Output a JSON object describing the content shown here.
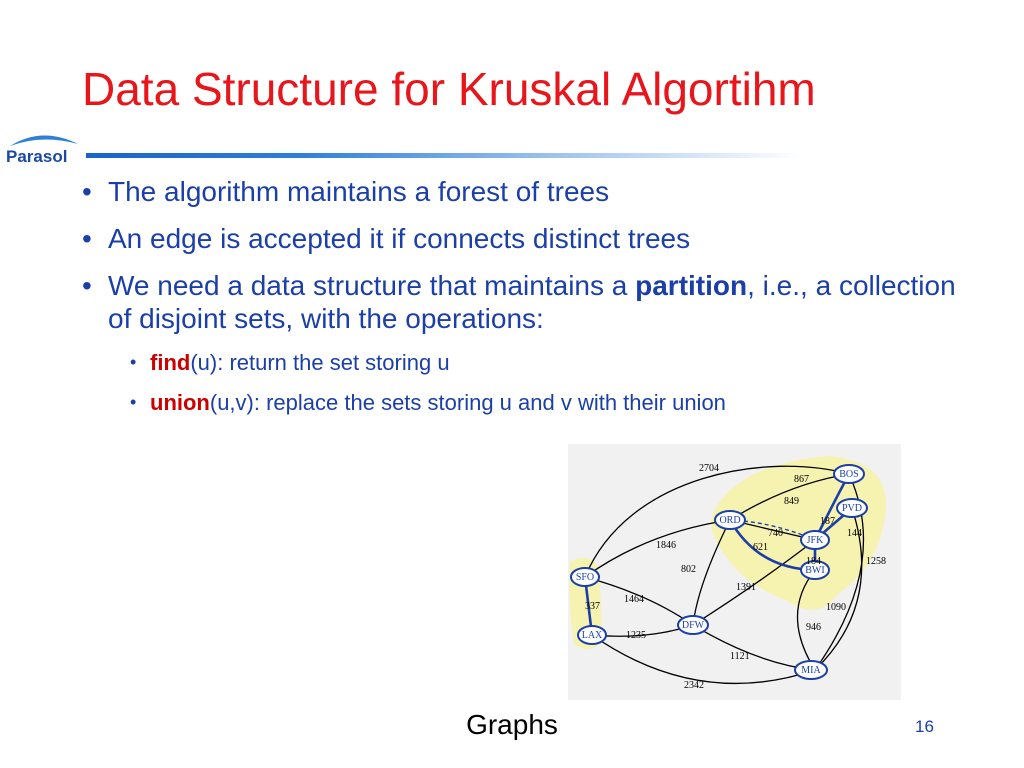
{
  "slide": {
    "title": "Data Structure for Kruskal Algortihm",
    "footer": "Graphs",
    "page_number": "16"
  },
  "logo": {
    "text": "Parasol"
  },
  "bullets": [
    {
      "text": "The algorithm maintains a forest of trees"
    },
    {
      "text": "An edge is accepted it if connects distinct trees"
    },
    {
      "text_before": "We need a data structure that maintains a ",
      "bold": "partition",
      "text_after": ", i.e., a collection of disjoint sets, with the operations:",
      "sub": [
        {
          "keyword": "find",
          "text": "(u): return the set storing u"
        },
        {
          "keyword": "union",
          "text": "(u,v): replace the sets storing u and v with their union"
        }
      ]
    }
  ],
  "graph": {
    "vertices": [
      "BOS",
      "PVD",
      "ORD",
      "JFK",
      "BWI",
      "SFO",
      "LAX",
      "DFW",
      "MIA"
    ],
    "edge_weights": [
      "2704",
      "867",
      "849",
      "187",
      "740",
      "144",
      "621",
      "184",
      "1846",
      "1258",
      "802",
      "1391",
      "1090",
      "337",
      "1464",
      "946",
      "1235",
      "1121",
      "2342"
    ],
    "colors": {
      "vertex": "#1b3fa8",
      "highlight": "#f6f2b0",
      "accepted_edge": "#1b3fa8",
      "edge": "#000000"
    }
  }
}
